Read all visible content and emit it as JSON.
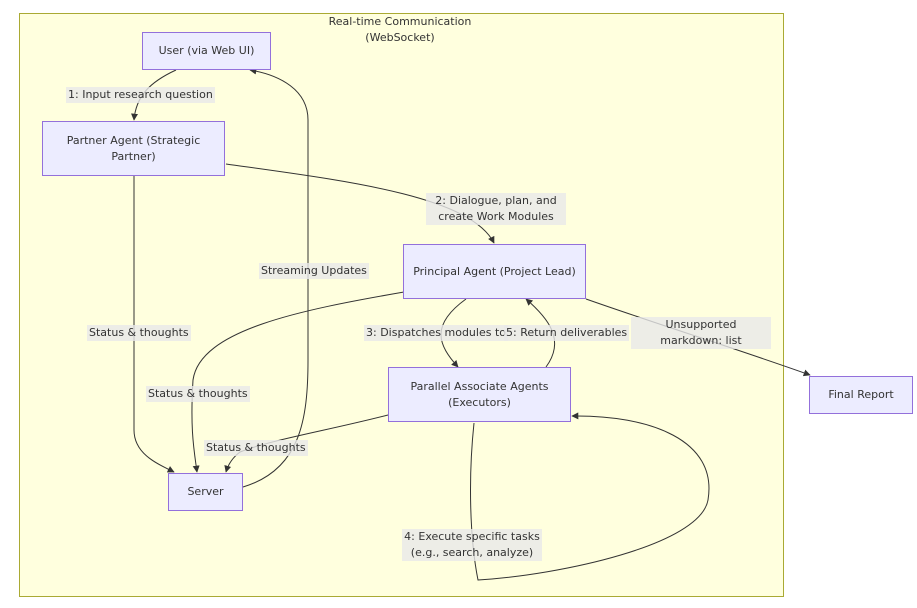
{
  "cluster": {
    "title_line1": "Real-time Communication",
    "title_line2": "(WebSocket)"
  },
  "nodes": {
    "user": "User (via Web UI)",
    "partner": "Partner Agent (Strategic Partner)",
    "principal": "Principal Agent (Project Lead)",
    "associates": "Parallel Associate Agents (Executors)",
    "server": "Server",
    "final_report": "Final Report"
  },
  "edges": {
    "input_question": "1: Input research question",
    "dialogue_plan": "2: Dialogue, plan, and create Work Modules",
    "dispatches": "3: Dispatches modules to",
    "return_deliverables": "5: Return deliverables",
    "execute_tasks": "4: Execute specific tasks (e.g., search, analyze)",
    "unsupported_markdown": "Unsupported markdown: list",
    "streaming_updates": "Streaming Updates",
    "status_partner": "Status & thoughts",
    "status_principal": "Status & thoughts",
    "status_associates": "Status & thoughts"
  }
}
